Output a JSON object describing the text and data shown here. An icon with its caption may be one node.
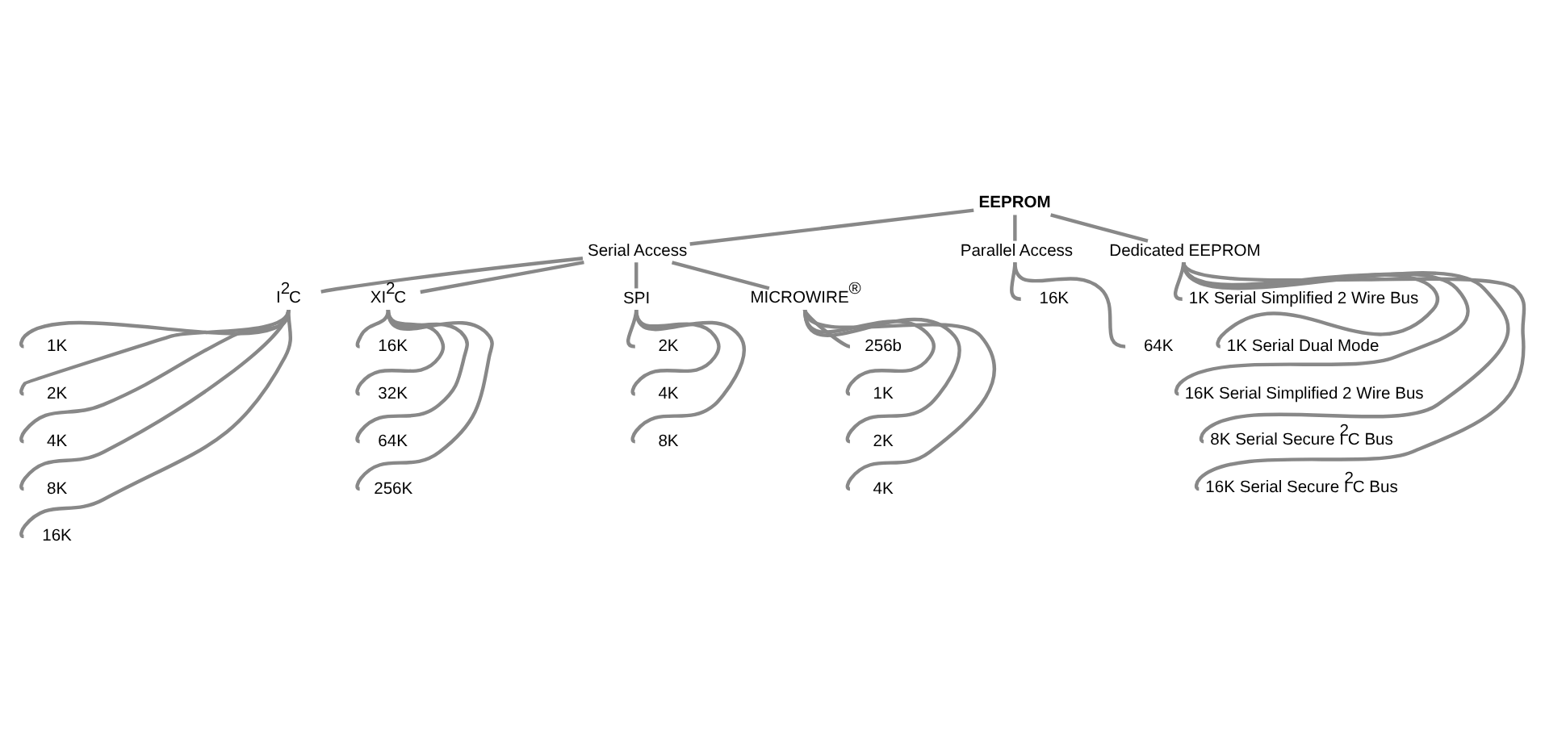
{
  "diagram": {
    "nodes": [
      {
        "text": [
          "EEPROM"
        ]
      },
      {
        "text": [
          "Serial Access"
        ]
      },
      {
        "text": [
          "Parallel Access"
        ]
      },
      {
        "text": [
          "Dedicated EEPROM"
        ]
      },
      {
        "text": [
          "I$^{2}$C"
        ]
      },
      {
        "text": [
          "XI$^{2}$C"
        ]
      },
      {
        "text": [
          "SPI"
        ]
      },
      {
        "text": [
          "MICROWIRE$^{®}$"
        ]
      },
      {
        "text": [
          "1K"
        ]
      },
      {
        "text": [
          "2K"
        ]
      },
      {
        "text": [
          "4K"
        ]
      },
      {
        "text": [
          "8K"
        ]
      },
      {
        "text": [
          "16K"
        ]
      },
      {
        "text": [
          "16K"
        ]
      },
      {
        "text": [
          "32K"
        ]
      },
      {
        "text": [
          "64K"
        ]
      },
      {
        "text": [
          "256K"
        ]
      },
      {
        "text": [
          "2K"
        ]
      },
      {
        "text": [
          "4K"
        ]
      },
      {
        "text": [
          "8K"
        ]
      },
      {
        "text": [
          "256b"
        ]
      },
      {
        "text": [
          "1K"
        ]
      },
      {
        "text": [
          "2K"
        ]
      },
      {
        "text": [
          "4K"
        ]
      },
      {
        "text": [
          "16K"
        ]
      },
      {
        "text": [
          "64K"
        ]
      },
      {
        "text": [
          "1K Serial Simplified 2 Wire Bus"
        ]
      },
      {
        "text": [
          "1K Serial Dual Mode"
        ]
      },
      {
        "text": [
          "16K Serial Simplified 2 Wire Bus"
        ]
      },
      {
        "text": [
          "8K Serial Secure I$^{2}$C Bus"
        ]
      },
      {
        "text": [
          "16K Serial Secure I$^{2}$C Bus"
        ]
      }
    ],
    "edges": [
      {
        "from": 0,
        "to": 1,
        "arrow": "none"
      },
      {
        "from": 0,
        "to": 2,
        "arrow": "none"
      },
      {
        "from": 0,
        "to": 3,
        "arrow": "none"
      },
      {
        "from": 1,
        "to": 4,
        "arrow": "none"
      },
      {
        "from": 1,
        "to": 5,
        "arrow": "none"
      },
      {
        "from": 1,
        "to": 6,
        "arrow": "none"
      },
      {
        "from": 1,
        "to": 7,
        "arrow": "none"
      },
      {
        "from": 4,
        "to": 8,
        "arrow": "none"
      },
      {
        "from": 4,
        "to": 9,
        "arrow": "none"
      },
      {
        "from": 4,
        "to": 10,
        "arrow": "none"
      },
      {
        "from": 4,
        "to": 11,
        "arrow": "none"
      },
      {
        "from": 4,
        "to": 12,
        "arrow": "none"
      },
      {
        "from": 5,
        "to": 13,
        "arrow": "none"
      },
      {
        "from": 5,
        "to": 14,
        "arrow": "none"
      },
      {
        "from": 5,
        "to": 15,
        "arrow": "none"
      },
      {
        "from": 5,
        "to": 16,
        "arrow": "none"
      },
      {
        "from": 6,
        "to": 17,
        "arrow": "none"
      },
      {
        "from": 6,
        "to": 18,
        "arrow": "none"
      },
      {
        "from": 6,
        "to": 19,
        "arrow": "none"
      },
      {
        "from": 7,
        "to": 20,
        "arrow": "none"
      },
      {
        "from": 7,
        "to": 21,
        "arrow": "none"
      },
      {
        "from": 7,
        "to": 22,
        "arrow": "none"
      },
      {
        "from": 7,
        "to": 23,
        "arrow": "none"
      },
      {
        "from": 2,
        "to": 24,
        "arrow": "none"
      },
      {
        "from": 2,
        "to": 25,
        "arrow": "none"
      },
      {
        "from": 3,
        "to": 26,
        "arrow": "none"
      },
      {
        "from": 3,
        "to": 27,
        "arrow": "none"
      },
      {
        "from": 3,
        "to": 28,
        "arrow": "none"
      },
      {
        "from": 3,
        "to": 29,
        "arrow": "none"
      },
      {
        "from": 3,
        "to": 30,
        "arrow": "none"
      }
    ]
  }
}
